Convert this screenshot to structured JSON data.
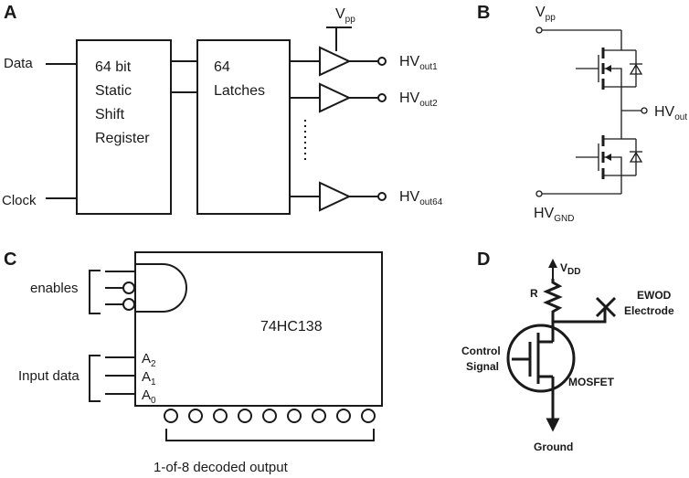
{
  "panel_a": {
    "label": "A",
    "data_input": "Data",
    "clock_input": "Clock",
    "shift_register": [
      "64 bit",
      "Static",
      "Shift",
      "Register"
    ],
    "latches": [
      "64",
      "Latches"
    ],
    "supply": {
      "main": "V",
      "sub": "pp"
    },
    "outputs": [
      {
        "main": "HV",
        "sub": "out1"
      },
      {
        "main": "HV",
        "sub": "out2"
      },
      {
        "main": "HV",
        "sub": "out64"
      }
    ]
  },
  "panel_b": {
    "label": "B",
    "supply": {
      "main": "V",
      "sub": "pp"
    },
    "output": {
      "main": "HV",
      "sub": "out"
    },
    "ground": {
      "main": "HV",
      "sub": "GND"
    }
  },
  "panel_c": {
    "label": "C",
    "chip": "74HC138",
    "enables": "enables",
    "input_data": "Input data",
    "address_pins": [
      {
        "main": "A",
        "sub": "2"
      },
      {
        "main": "A",
        "sub": "1"
      },
      {
        "main": "A",
        "sub": "0"
      }
    ],
    "output_caption": "1-of-8 decoded output"
  },
  "panel_d": {
    "label": "D",
    "supply": {
      "main": "V",
      "sub": "DD"
    },
    "resistor": "R",
    "electrode": [
      "EWOD",
      "Electrode"
    ],
    "control": [
      "Control",
      "Signal"
    ],
    "transistor": "MOSFET",
    "ground": "Ground"
  }
}
